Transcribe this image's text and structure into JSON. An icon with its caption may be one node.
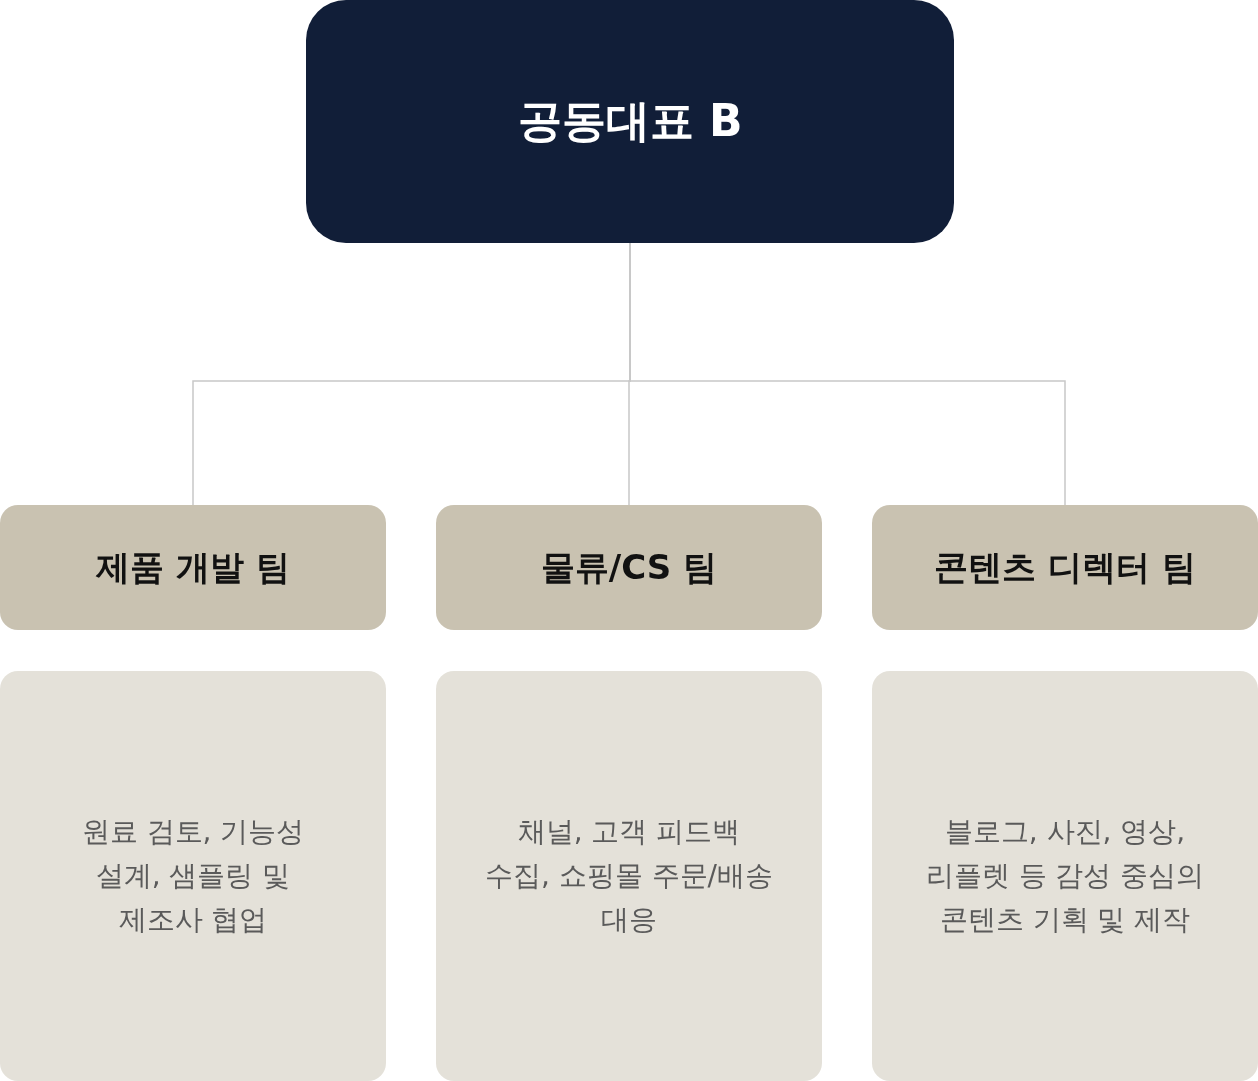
{
  "diagram": {
    "nodes": [
      {
        "text": [
          "공동대표 B"
        ]
      },
      {
        "text": [
          "제품 개발 팀"
        ]
      },
      {
        "text": [
          "물류/CS 팀"
        ]
      },
      {
        "text": [
          "콘텐츠 디렉터 팀"
        ]
      },
      {
        "text": [
          "원료 검토, 기능성 설계, 샘플링 및 제조사 협업"
        ]
      },
      {
        "text": [
          "채널, 고객 피드백 수집, 쇼핑몰 주문/배송 대응"
        ]
      },
      {
        "text": [
          "블로그, 사진, 영상, 리플렛 등 감성 중심의 콘텐츠 기획 및 제작"
        ]
      }
    ],
    "edges": [
      {
        "from": 0,
        "to": 1,
        "arrow": "none"
      },
      {
        "from": 0,
        "to": 2,
        "arrow": "none"
      },
      {
        "from": 0,
        "to": 3,
        "arrow": "none"
      }
    ]
  }
}
